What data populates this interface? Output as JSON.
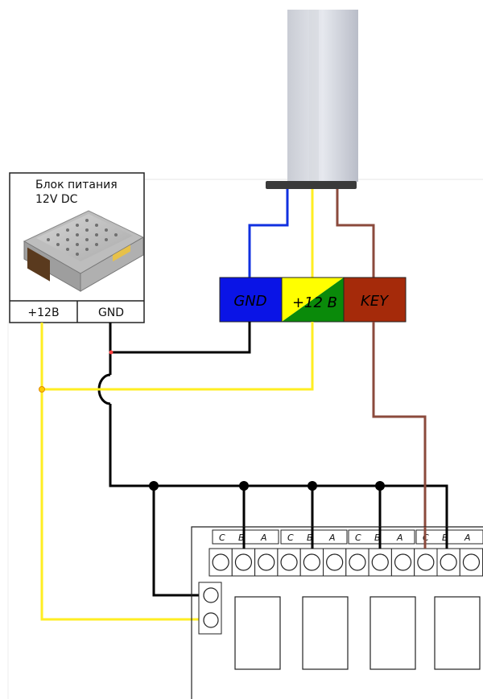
{
  "psu": {
    "title_line1": "Блок питания",
    "title_line2": "12V DC",
    "terminal_plus": "+12В",
    "terminal_gnd": "GND"
  },
  "connector": {
    "gnd_label": "GND",
    "plus_label": "+12 В",
    "key_label": "KEY",
    "colors": {
      "gnd": "#0a14e6",
      "plus_yellow": "#ffff00",
      "plus_green": "#0a8a0a",
      "key": "#a52a0a"
    }
  },
  "wires": {
    "colors": {
      "gnd": "#000000",
      "plus": "#ffee22",
      "blue": "#1030e0",
      "key": "#8b4a3c"
    }
  },
  "relay_board": {
    "groups": [
      {
        "labels": [
          "C",
          "B",
          "A"
        ]
      },
      {
        "labels": [
          "C",
          "B",
          "A"
        ]
      },
      {
        "labels": [
          "C",
          "B",
          "A"
        ]
      },
      {
        "labels": [
          "C",
          "B",
          "A"
        ]
      }
    ]
  }
}
